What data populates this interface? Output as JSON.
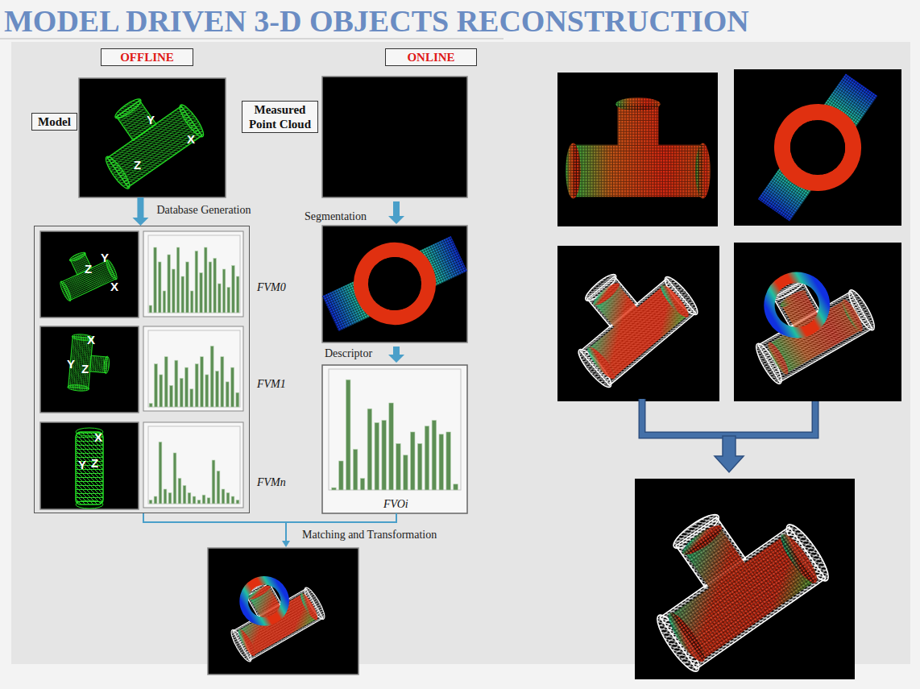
{
  "diagram": {
    "title": "MODEL DRIVEN 3-D OBJECTS RECONSTRUCTION",
    "nodes": [
      {
        "text": [
          "OFFLINE"
        ]
      },
      {
        "text": [
          "ONLINE"
        ]
      },
      {
        "text": [
          "Model"
        ]
      },
      {
        "text": [
          "Y",
          "X",
          "Z"
        ]
      },
      {
        "text": [
          "Measured Point Cloud"
        ]
      },
      {
        "text": [
          "FVM0",
          "FVM1",
          "FVMn"
        ]
      },
      {
        "text": [
          "Y",
          "Z",
          "X"
        ],
        "in": 5
      },
      {
        "text": [
          "X",
          "Y",
          "Z"
        ],
        "in": 5
      },
      {
        "text": [
          "X",
          "Y",
          "Z"
        ],
        "in": 5
      },
      {
        "text": [
          "FVOi"
        ]
      }
    ],
    "edges": [
      {
        "from": 3,
        "to": 5,
        "arrow": "to",
        "label": "Database Generation"
      }
    ],
    "labels": [
      "Segmentation",
      "Descriptor",
      "Matching and Transformation"
    ]
  }
}
